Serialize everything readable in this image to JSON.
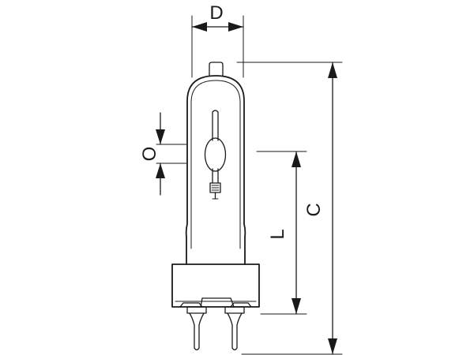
{
  "labels": {
    "D": "D",
    "O": "O",
    "L": "L",
    "C": "C"
  },
  "colors": {
    "line": "#1a1a1a",
    "background": "#ffffff"
  }
}
